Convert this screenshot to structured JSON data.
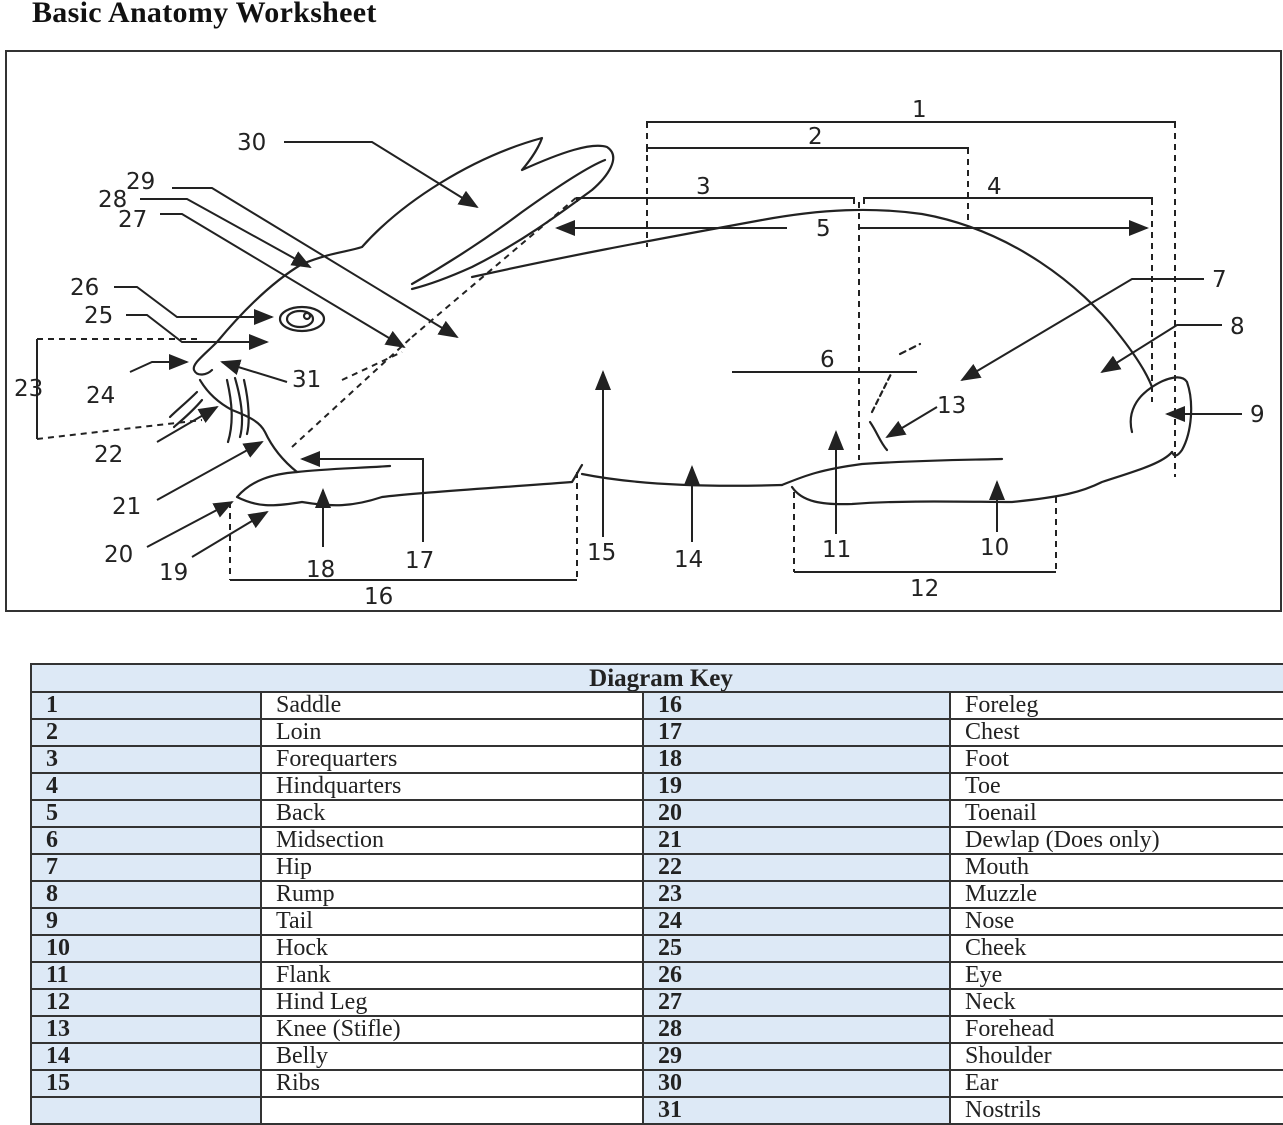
{
  "title": "Basic Anatomy Worksheet",
  "diagram": {
    "subject": "rabbit",
    "callout_numbers": [
      "1",
      "2",
      "3",
      "4",
      "5",
      "6",
      "7",
      "8",
      "9",
      "10",
      "11",
      "12",
      "13",
      "14",
      "15",
      "16",
      "17",
      "18",
      "19",
      "20",
      "21",
      "22",
      "23",
      "24",
      "25",
      "26",
      "27",
      "28",
      "29",
      "30",
      "31"
    ]
  },
  "key": {
    "heading": "Diagram Key",
    "rows": [
      {
        "n1": "1",
        "l1": "Saddle",
        "n2": "16",
        "l2": "Foreleg"
      },
      {
        "n1": "2",
        "l1": "Loin",
        "n2": "17",
        "l2": "Chest"
      },
      {
        "n1": "3",
        "l1": "Forequarters",
        "n2": "18",
        "l2": "Foot"
      },
      {
        "n1": "4",
        "l1": "Hindquarters",
        "n2": "19",
        "l2": "Toe"
      },
      {
        "n1": "5",
        "l1": "Back",
        "n2": "20",
        "l2": "Toenail"
      },
      {
        "n1": "6",
        "l1": "Midsection",
        "n2": "21",
        "l2": "Dewlap (Does only)"
      },
      {
        "n1": "7",
        "l1": "Hip",
        "n2": "22",
        "l2": "Mouth"
      },
      {
        "n1": "8",
        "l1": "Rump",
        "n2": "23",
        "l2": "Muzzle"
      },
      {
        "n1": "9",
        "l1": "Tail",
        "n2": "24",
        "l2": "Nose"
      },
      {
        "n1": "10",
        "l1": "Hock",
        "n2": "25",
        "l2": "Cheek"
      },
      {
        "n1": "11",
        "l1": "Flank",
        "n2": "26",
        "l2": "Eye"
      },
      {
        "n1": "12",
        "l1": "Hind Leg",
        "n2": "27",
        "l2": "Neck"
      },
      {
        "n1": "13",
        "l1": "Knee (Stifle)",
        "n2": "28",
        "l2": "Forehead"
      },
      {
        "n1": "14",
        "l1": "Belly",
        "n2": "29",
        "l2": "Shoulder"
      },
      {
        "n1": "15",
        "l1": "Ribs",
        "n2": "30",
        "l2": "Ear"
      },
      {
        "n1": "",
        "l1": "",
        "n2": "31",
        "l2": "Nostrils"
      }
    ]
  },
  "colors": {
    "key_shade": "#dde9f6",
    "ink": "#222222"
  }
}
